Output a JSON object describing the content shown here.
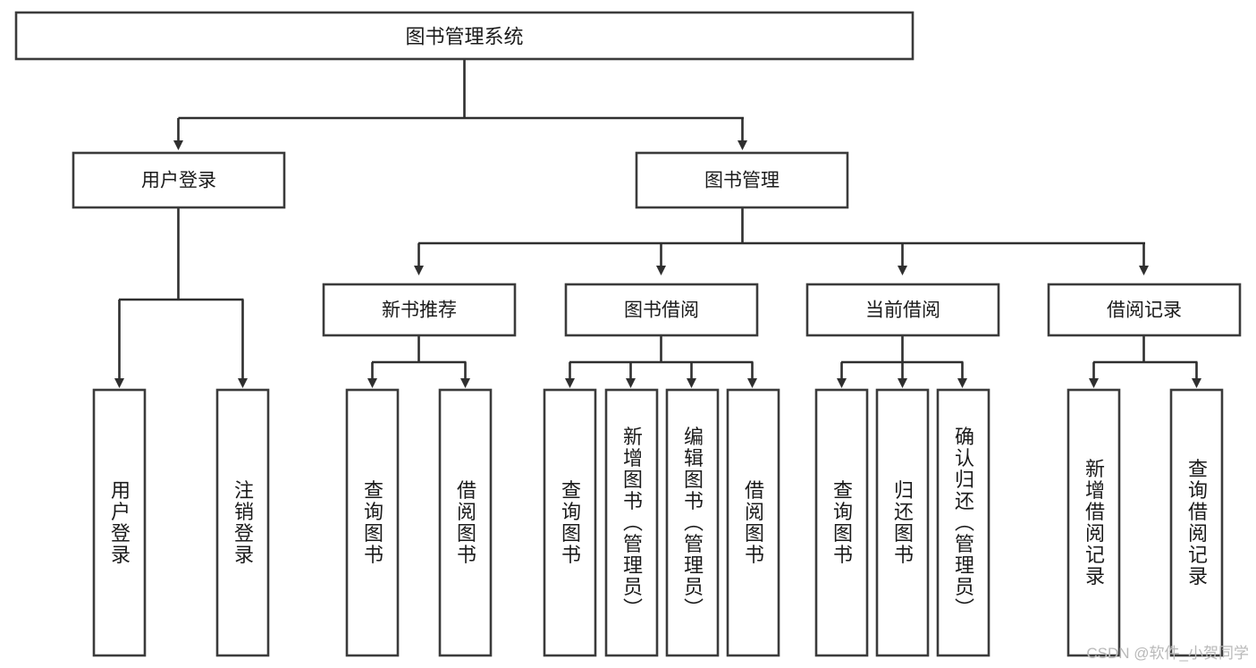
{
  "diagram": {
    "title": "图书管理系统",
    "type": "tree",
    "watermark": "CSDN @软件_小贺同学",
    "colors": {
      "box_stroke": "#3b3b3b",
      "box_fill": "#ffffff",
      "connector": "#2f2f2f",
      "text": "#1b1b1b",
      "watermark": "#b9b9b9",
      "background": "#ffffff"
    },
    "levels": {
      "root": {
        "label": "图书管理系统",
        "orientation": "horizontal"
      },
      "level1": [
        {
          "id": "user-login",
          "label": "用户登录",
          "orientation": "horizontal"
        },
        {
          "id": "book-management",
          "label": "图书管理",
          "orientation": "horizontal"
        }
      ],
      "level2": [
        {
          "id": "new-book-recommend",
          "label": "新书推荐",
          "orientation": "horizontal",
          "parent": "book-management"
        },
        {
          "id": "book-borrow",
          "label": "图书借阅",
          "orientation": "horizontal",
          "parent": "book-management"
        },
        {
          "id": "current-borrow",
          "label": "当前借阅",
          "orientation": "horizontal",
          "parent": "book-management"
        },
        {
          "id": "borrow-record",
          "label": "借阅记录",
          "orientation": "horizontal",
          "parent": "book-management"
        }
      ],
      "leaves": [
        {
          "id": "leaf-user-login",
          "label": "用户登录",
          "orientation": "vertical",
          "parent": "user-login"
        },
        {
          "id": "leaf-logout",
          "label": "注销登录",
          "orientation": "vertical",
          "parent": "user-login"
        },
        {
          "id": "leaf-query-book-1",
          "label": "查询图书",
          "orientation": "vertical",
          "parent": "new-book-recommend"
        },
        {
          "id": "leaf-borrow-book-1",
          "label": "借阅图书",
          "orientation": "vertical",
          "parent": "new-book-recommend"
        },
        {
          "id": "leaf-query-book-2",
          "label": "查询图书",
          "orientation": "vertical",
          "parent": "book-borrow"
        },
        {
          "id": "leaf-add-book",
          "label": "新增图书（管理员）",
          "orientation": "vertical",
          "parent": "book-borrow"
        },
        {
          "id": "leaf-edit-book",
          "label": "编辑图书（管理员）",
          "orientation": "vertical",
          "parent": "book-borrow"
        },
        {
          "id": "leaf-borrow-book-2",
          "label": "借阅图书",
          "orientation": "vertical",
          "parent": "book-borrow"
        },
        {
          "id": "leaf-query-book-3",
          "label": "查询图书",
          "orientation": "vertical",
          "parent": "current-borrow"
        },
        {
          "id": "leaf-return-book",
          "label": "归还图书",
          "orientation": "vertical",
          "parent": "current-borrow"
        },
        {
          "id": "leaf-confirm-return",
          "label": "确认归还（管理员）",
          "orientation": "vertical",
          "parent": "current-borrow"
        },
        {
          "id": "leaf-add-record",
          "label": "新增借阅记录",
          "orientation": "vertical",
          "parent": "borrow-record"
        },
        {
          "id": "leaf-query-record",
          "label": "查询借阅记录",
          "orientation": "vertical",
          "parent": "borrow-record"
        }
      ]
    }
  }
}
